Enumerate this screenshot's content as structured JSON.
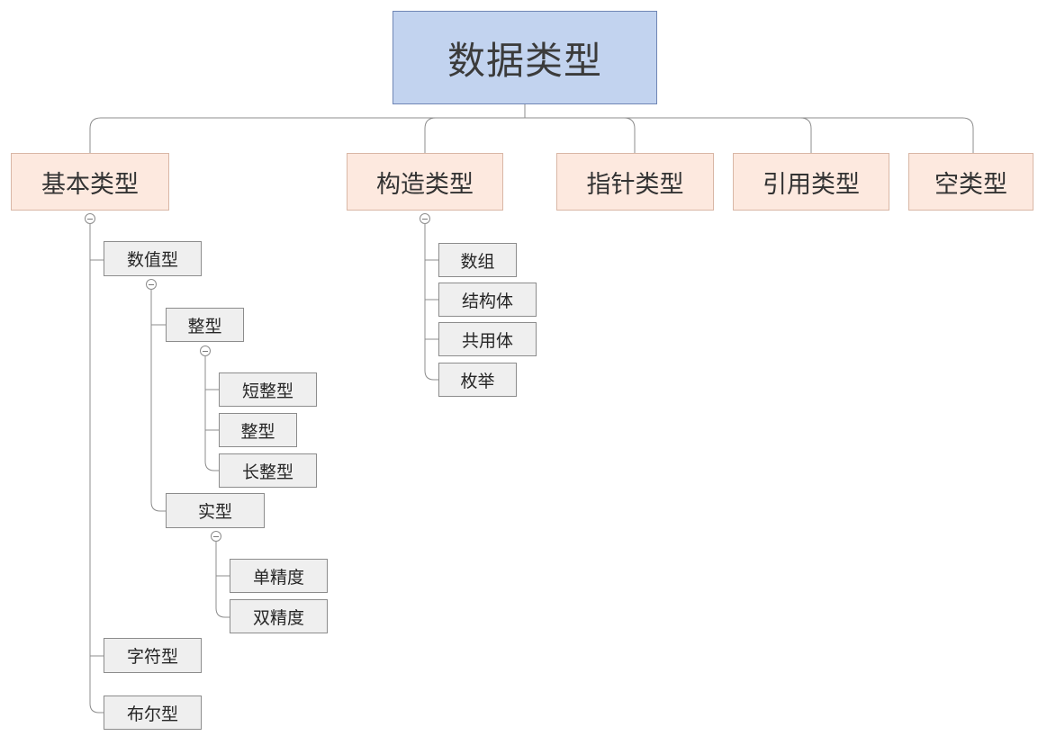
{
  "diagram": {
    "root": {
      "label": "数据类型"
    },
    "categories": {
      "basic": "基本类型",
      "constructed": "构造类型",
      "pointer": "指针类型",
      "reference": "引用类型",
      "void": "空类型"
    },
    "basic": {
      "numeric": "数值型",
      "integer": "整型",
      "short_int": "短整型",
      "int": "整型",
      "long_int": "长整型",
      "real": "实型",
      "float": "单精度",
      "double": "双精度",
      "char": "字符型",
      "bool": "布尔型"
    },
    "constructed": {
      "array": "数组",
      "struct": "结构体",
      "union": "共用体",
      "enum": "枚举"
    }
  },
  "colors": {
    "root_fill": "#c2d3ef",
    "category_fill": "#fde9df",
    "leaf_fill": "#efefef",
    "connector": "#8c8c8c"
  }
}
